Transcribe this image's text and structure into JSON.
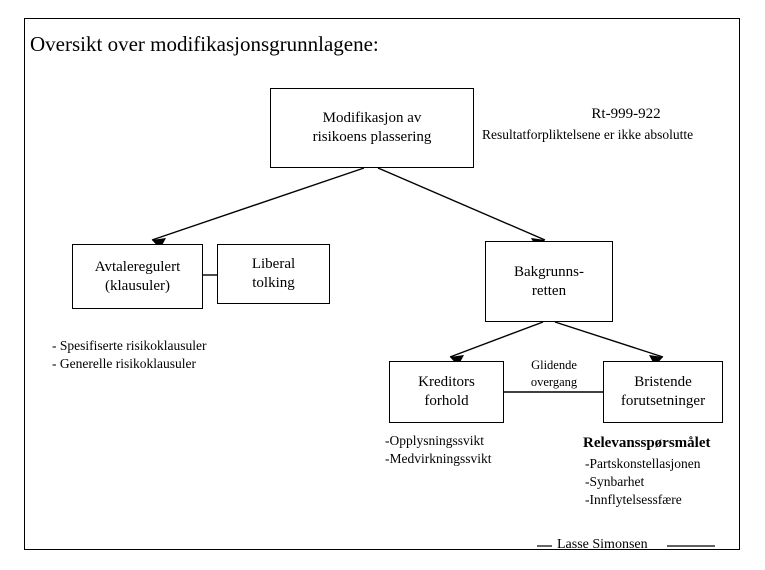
{
  "title": "Oversikt over modifikasjonsgrunnlagene:",
  "boxes": {
    "modifikasjon": "Modifikasjon av\nrisikoens plassering",
    "avtaleregulert": "Avtaleregulert\n(klausuler)",
    "liberal": "Liberal\ntolking",
    "bakgrunnsretten": "Bakgrunns-\nretten",
    "kreditors": "Kreditors\nforhold",
    "bristende": "Bristende\nforutsetninger"
  },
  "annotations": {
    "rt_case": "Rt-999-922",
    "rt_text": "Resultatforpliktelsene er ikke absolutte",
    "klausul_list": "- Spesifiserte risikoklausuler\n- Generelle risikoklausuler",
    "glidende": "Glidende\novergang",
    "kreditors_list": "-Opplysningssvikt\n-Medvirkningssvikt",
    "relevans_heading": "Relevansspørsmålet",
    "relevans_list": "-Partskonstellasjonen\n-Synbarhet\n-Innflytelsessfære"
  },
  "footer": {
    "author": "Lasse Simonsen"
  },
  "colors": {
    "ink": "#000000",
    "paper": "#ffffff"
  }
}
